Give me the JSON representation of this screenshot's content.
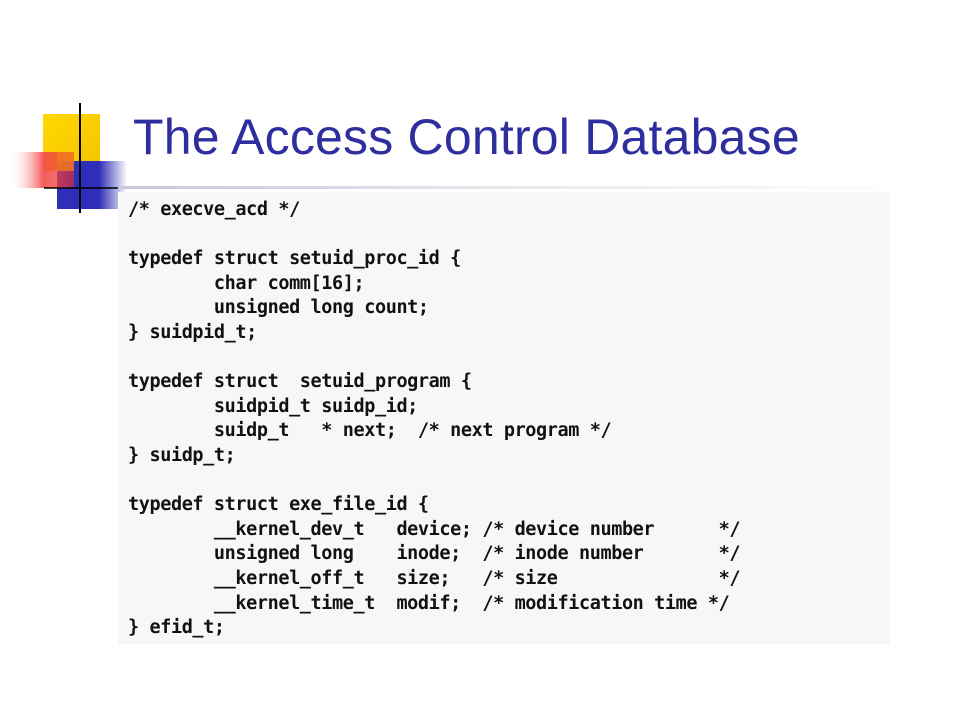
{
  "slide": {
    "title": "The Access Control Database",
    "code_lines": [
      "/* execve_acd */",
      "",
      "typedef struct setuid_proc_id {",
      "        char comm[16];",
      "        unsigned long count;",
      "} suidpid_t;",
      "",
      "typedef struct  setuid_program {",
      "        suidpid_t suidp_id;",
      "        suidp_t   * next;  /* next program */",
      "} suidp_t;",
      "",
      "typedef struct exe_file_id {",
      "        __kernel_dev_t   device; /* device number      */",
      "        unsigned long    inode;  /* inode number       */",
      "        __kernel_off_t   size;   /* size               */",
      "        __kernel_time_t  modif;  /* modification time */",
      "} efid_t;"
    ]
  },
  "colors": {
    "title": "#2e2e9e",
    "logo_yellow": "#f5d000",
    "logo_blue": "#2e2eb8",
    "logo_red": "#f04040"
  },
  "icons": {
    "logo": "decorative-squares-logo"
  }
}
